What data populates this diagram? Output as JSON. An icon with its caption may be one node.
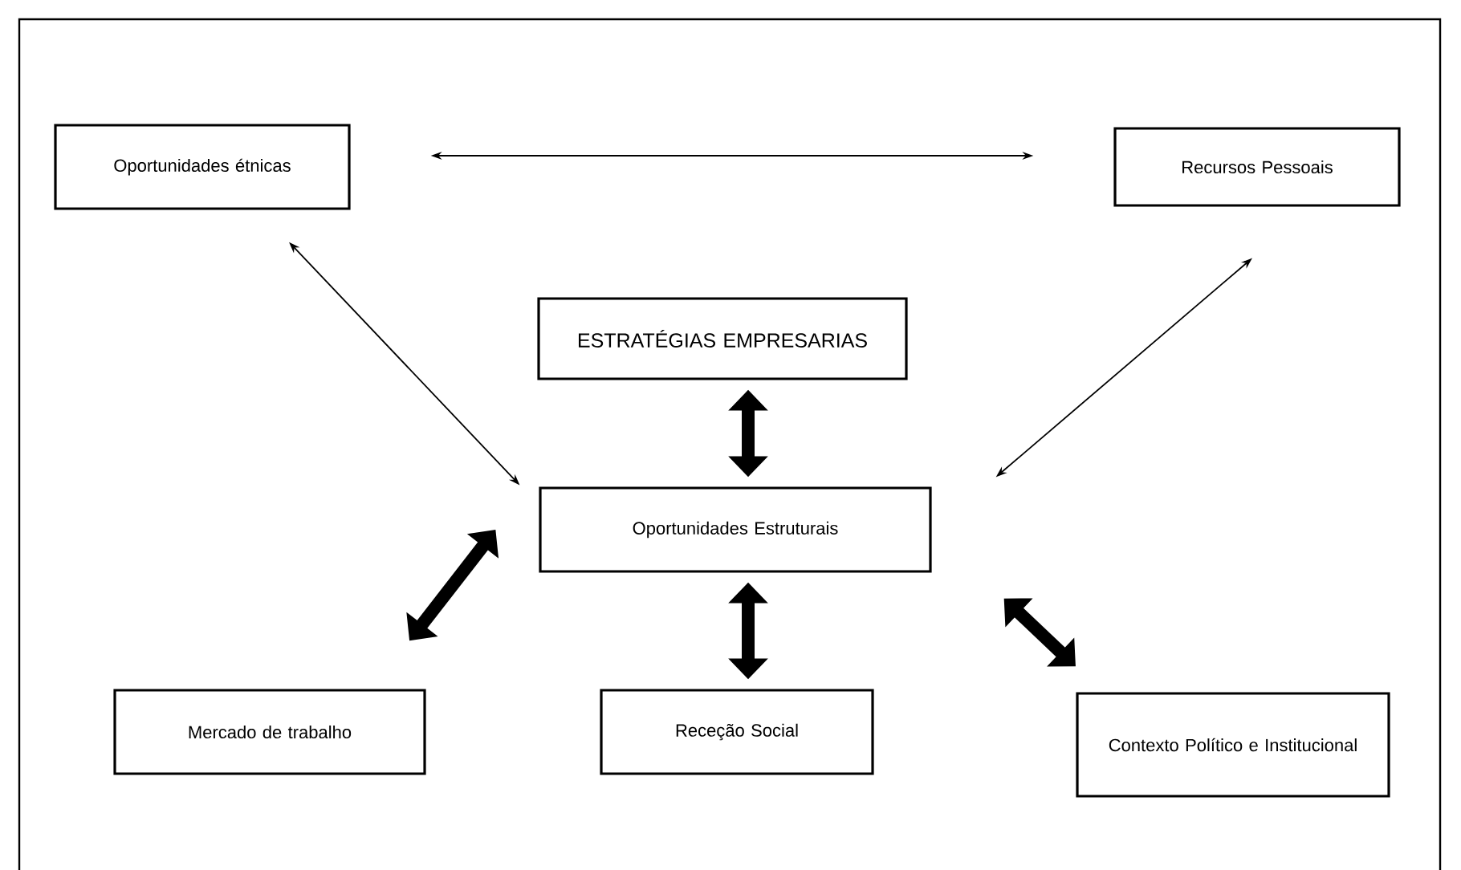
{
  "diagram": {
    "nodes": [
      {
        "text": [
          "Oportunidades étnicas"
        ]
      },
      {
        "text": [
          "Recursos Pessoais"
        ]
      },
      {
        "text": [
          "ESTRATÉGIAS EMPRESARIAS"
        ]
      },
      {
        "text": [
          "Oportunidades Estruturais"
        ]
      },
      {
        "text": [
          "Mercado de trabalho"
        ]
      },
      {
        "text": [
          "Receção Social"
        ]
      },
      {
        "text": [
          "Contexto Político e Institucional"
        ]
      }
    ],
    "edges": [
      {
        "from": 0,
        "to": 1,
        "arrow": "both"
      },
      {
        "from": 0,
        "to": 3,
        "arrow": "both"
      },
      {
        "from": 1,
        "to": 3,
        "arrow": "both"
      },
      {
        "from": 2,
        "to": 3,
        "arrow": "both"
      },
      {
        "from": 3,
        "to": 4,
        "arrow": "both"
      },
      {
        "from": 3,
        "to": 5,
        "arrow": "both"
      },
      {
        "from": 3,
        "to": 6,
        "arrow": "both"
      }
    ]
  }
}
